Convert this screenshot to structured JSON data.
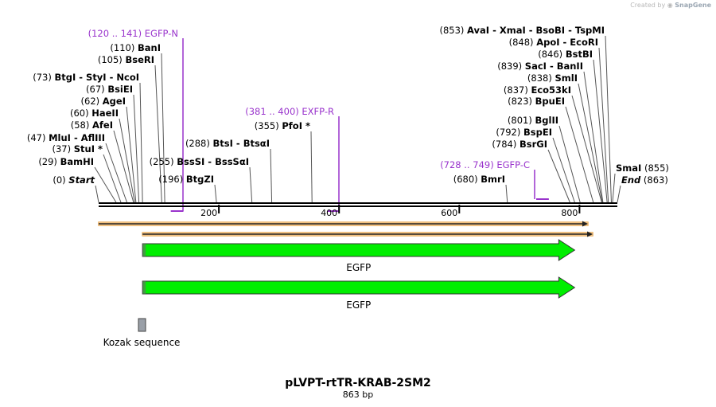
{
  "branding": {
    "created_by": "Created by",
    "product": "SnapGene"
  },
  "plasmid": {
    "name": "pLVPT-rtTR-KRAB-2SM2",
    "length_label": "863 bp",
    "length": 863
  },
  "colors": {
    "primer": "#9933cc",
    "feature_green": "#00ee00",
    "orf_arrow": "#f0c080",
    "backbone": "#000000",
    "kozak": "#9aa0a8",
    "leader": "#555555"
  },
  "axis": {
    "min": 0,
    "max": 863,
    "ticks": [
      {
        "pos": 200,
        "label": "200"
      },
      {
        "pos": 400,
        "label": "400"
      },
      {
        "pos": 600,
        "label": "600"
      },
      {
        "pos": 800,
        "label": "800"
      }
    ]
  },
  "sites": [
    {
      "id": "start",
      "pos": 0,
      "num": "(0)",
      "names": [
        "Start"
      ],
      "italic": true,
      "side": "left"
    },
    {
      "id": "bamhi",
      "pos": 29,
      "num": "(29)",
      "names": [
        "BamHI"
      ],
      "side": "left"
    },
    {
      "id": "stui",
      "pos": 37,
      "num": "(37)",
      "names": [
        "StuI *"
      ],
      "side": "left"
    },
    {
      "id": "mlui",
      "pos": 47,
      "num": "(47)",
      "names": [
        "MluI",
        "AflIII"
      ],
      "side": "left"
    },
    {
      "id": "afei",
      "pos": 58,
      "num": "(58)",
      "names": [
        "AfeI"
      ],
      "side": "left"
    },
    {
      "id": "haeii",
      "pos": 60,
      "num": "(60)",
      "names": [
        "HaeII"
      ],
      "side": "left"
    },
    {
      "id": "agei",
      "pos": 62,
      "num": "(62)",
      "names": [
        "AgeI"
      ],
      "side": "left"
    },
    {
      "id": "bsiei",
      "pos": 67,
      "num": "(67)",
      "names": [
        "BsiEI"
      ],
      "side": "left"
    },
    {
      "id": "btgi",
      "pos": 73,
      "num": "(73)",
      "names": [
        "BtgI",
        "StyI",
        "NcoI"
      ],
      "side": "left"
    },
    {
      "id": "bseri",
      "pos": 105,
      "num": "(105)",
      "names": [
        "BseRI"
      ],
      "side": "left"
    },
    {
      "id": "bani",
      "pos": 110,
      "num": "(110)",
      "names": [
        "BanI"
      ],
      "side": "left"
    },
    {
      "id": "btgzi",
      "pos": 196,
      "num": "(196)",
      "names": [
        "BtgZI"
      ],
      "side": "left"
    },
    {
      "id": "bsssi",
      "pos": 255,
      "num": "(255)",
      "names": [
        "BssSI",
        "BssSαI"
      ],
      "side": "left"
    },
    {
      "id": "btsi",
      "pos": 288,
      "num": "(288)",
      "names": [
        "BtsI",
        "BtsαI"
      ],
      "side": "left"
    },
    {
      "id": "pfoi",
      "pos": 355,
      "num": "(355)",
      "names": [
        "PfoI *"
      ],
      "side": "left"
    },
    {
      "id": "bmri",
      "pos": 680,
      "num": "(680)",
      "names": [
        "BmrI"
      ],
      "side": "left"
    },
    {
      "id": "bsrgi",
      "pos": 784,
      "num": "(784)",
      "names": [
        "BsrGI"
      ],
      "side": "left"
    },
    {
      "id": "bspei",
      "pos": 792,
      "num": "(792)",
      "names": [
        "BspEI"
      ],
      "side": "left"
    },
    {
      "id": "bglii",
      "pos": 801,
      "num": "(801)",
      "names": [
        "BglII"
      ],
      "side": "left"
    },
    {
      "id": "bpuei",
      "pos": 823,
      "num": "(823)",
      "names": [
        "BpuEI"
      ],
      "side": "left"
    },
    {
      "id": "eco53ki",
      "pos": 837,
      "num": "(837)",
      "names": [
        "Eco53kI"
      ],
      "side": "left"
    },
    {
      "id": "smli",
      "pos": 838,
      "num": "(838)",
      "names": [
        "SmlI"
      ],
      "side": "left"
    },
    {
      "id": "saci",
      "pos": 839,
      "num": "(839)",
      "names": [
        "SacI",
        "BanII"
      ],
      "side": "left"
    },
    {
      "id": "bstbi",
      "pos": 846,
      "num": "(846)",
      "names": [
        "BstBI"
      ],
      "side": "left"
    },
    {
      "id": "apoi",
      "pos": 848,
      "num": "(848)",
      "names": [
        "ApoI",
        "EcoRI"
      ],
      "side": "left"
    },
    {
      "id": "avai",
      "pos": 853,
      "num": "(853)",
      "names": [
        "AvaI",
        "XmaI",
        "BsoBI",
        "TspMI"
      ],
      "side": "left"
    },
    {
      "id": "smai",
      "pos": 855,
      "num": "(855)",
      "names": [
        "SmaI"
      ],
      "side": "right"
    },
    {
      "id": "end",
      "pos": 863,
      "num": "(863)",
      "names": [
        "End"
      ],
      "italic": true,
      "side": "right"
    }
  ],
  "primers": [
    {
      "id": "egfp-n",
      "range": "(120 .. 141)",
      "name": "EGFP-N",
      "start": 120,
      "end": 141,
      "strand": "reverse"
    },
    {
      "id": "exfp-r",
      "range": "(381 .. 400)",
      "name": "EXFP-R",
      "start": 381,
      "end": 400,
      "strand": "reverse"
    },
    {
      "id": "egfp-c",
      "range": "(728 .. 749)",
      "name": "EGFP-C",
      "start": 728,
      "end": 749,
      "strand": "forward"
    }
  ],
  "orfs": [
    {
      "id": "orf-1",
      "start": 0,
      "end": 814
    },
    {
      "id": "orf-2",
      "start": 73,
      "end": 822
    }
  ],
  "features": [
    {
      "id": "egfp-1",
      "name": "EGFP",
      "start": 73,
      "end": 792
    },
    {
      "id": "egfp-2",
      "name": "EGFP",
      "start": 73,
      "end": 792
    },
    {
      "id": "kozak",
      "name": "Kozak sequence",
      "start": 67,
      "end": 76
    }
  ]
}
